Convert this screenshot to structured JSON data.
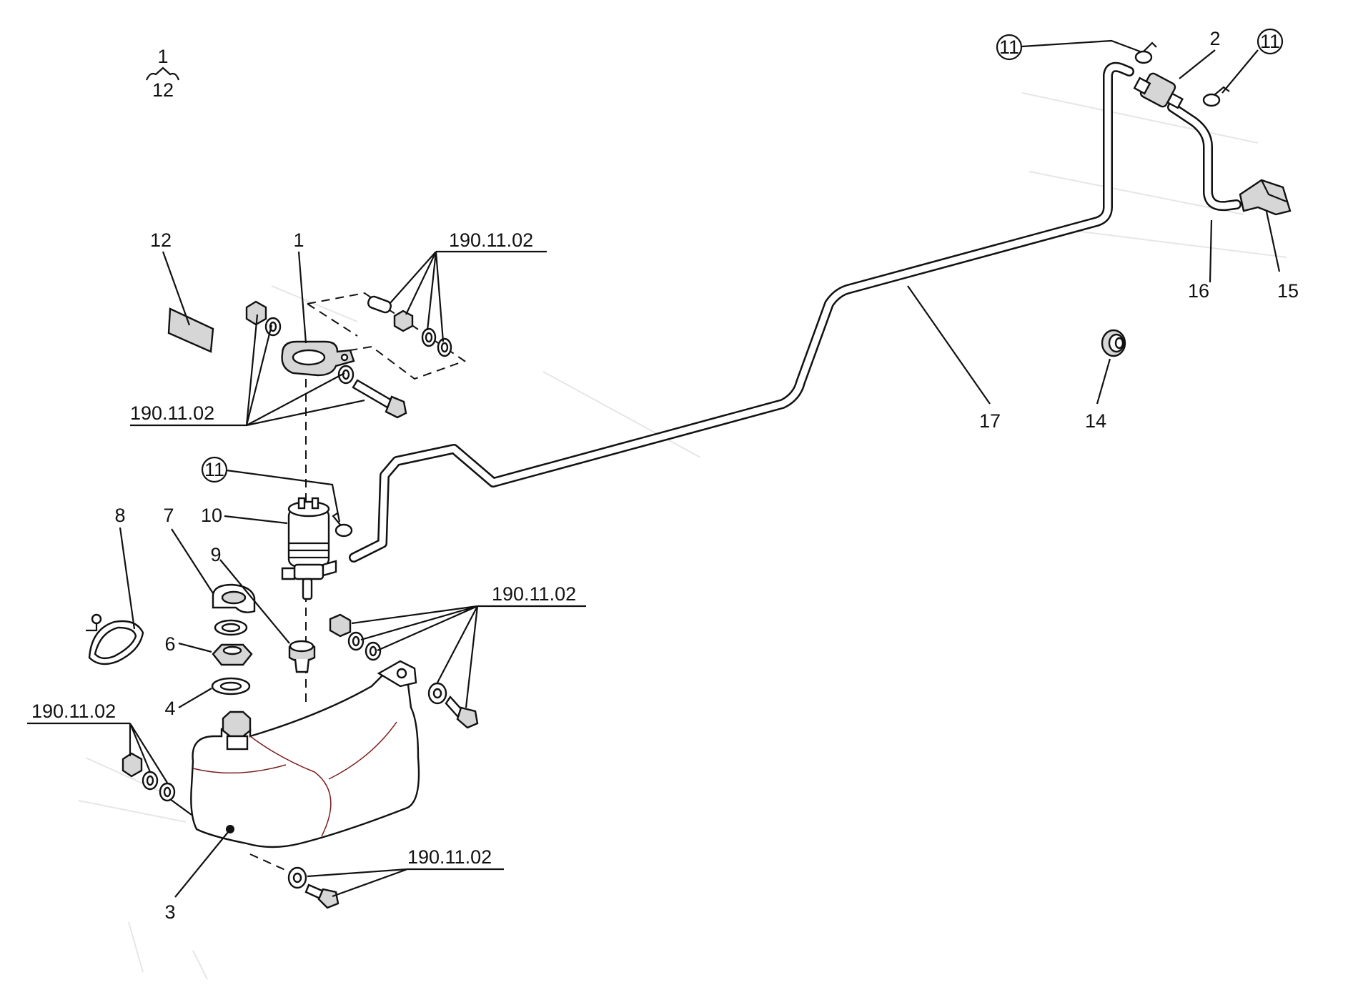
{
  "callouts": {
    "group_top": "1",
    "group_bottom": "12",
    "part_1": "1",
    "part_2": "2",
    "part_3": "3",
    "part_4": "4",
    "part_6": "6",
    "part_7": "7",
    "part_8": "8",
    "part_9": "9",
    "part_10": "10",
    "part_11": "11",
    "part_12": "12",
    "part_14": "14",
    "part_15": "15",
    "part_16": "16",
    "part_17": "17"
  },
  "references": {
    "ref_a": "190.11.02",
    "ref_b": "190.11.02",
    "ref_c": "190.11.02",
    "ref_d": "190.11.02",
    "ref_e": "190.11.02"
  }
}
